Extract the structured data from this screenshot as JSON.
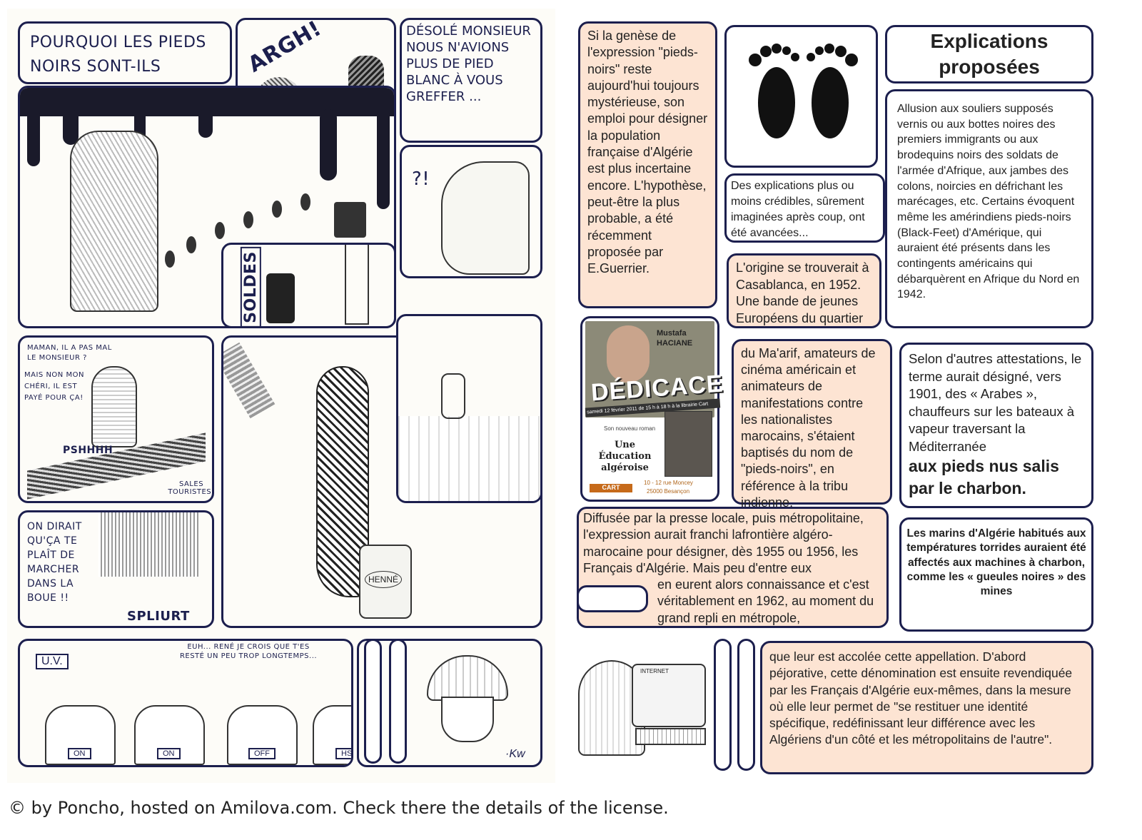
{
  "left_page": {
    "title_bubble": "POURQUOI LES PIEDS NOIRS SONT-ILS BLANCS ?",
    "fire_panel_sfx": "ARGH!",
    "sorry_bubble": "DÉSOLÉ MONSIEUR NOUS N'AVIONS PLUS DE PIED BLANC À VOUS GREFFER ...",
    "foot_panel_mark": "?!",
    "soldes_sign": "SOLDES",
    "child_bubble": "MAMAN, IL A PAS MAL LE MONSIEUR ?",
    "mother_bubble": "MAIS NON MON CHÉRI, IL EST PAYÉ POUR ÇA!",
    "walk_sfx": "PSHHHH",
    "thought_bubble": "SALES TOURISTES!",
    "mud_bubble": "ON DIRAIT QU'ÇA TE PLAÎT DE MARCHER DANS LA BOUE !!",
    "mud_sfx": "SPLIURT",
    "henna_label": "HENNÉ",
    "uv_sign": "U.V.",
    "uv_bubble": "EUH... RENÉ JE CROIS QUE T'ES RESTÉ UN PEU TROP LONGTEMPS...",
    "tanning_beds": [
      "ON",
      "ON",
      "OFF",
      "HS"
    ],
    "signature": "·Kw"
  },
  "right_page": {
    "title": "Explications proposées",
    "intro": "Si la genèse de l'expression \"pieds-noirs\" reste aujourd'hui toujours mystérieuse, son emploi pour désigner la population française d'Algérie est plus incertaine encore. L'hypothèse, peut-être la plus probable, a été récemment proposée par E.Guerrier.",
    "explanations_note": "Des explications plus ou moins crédibles, sûrement imaginées après coup, ont été avancées...",
    "allusion": "Allusion aux souliers supposés vernis ou aux bottes noires des premiers immigrants ou aux brodequins noirs des soldats de l'armée d'Afrique, aux jambes des colons, noircies en défrichant les marécages, etc. Certains évoquent même les amérindiens pieds-noirs (Black-Feet) d'Amérique, qui auraient été présents dans les contingents américains qui débarquèrent en Afrique du Nord en 1942.",
    "origin_part1": "L'origine se trouverait à Casablanca, en 1952. Une bande de jeunes Européens du quartier",
    "origin_part2": "du Ma'arif, amateurs de cinéma américain et animateurs de manifestations contre les nationalistes marocains, s'étaient baptisés du nom de \"pieds-noirs\", en référence à la tribu indienne.",
    "other_attest": "Selon d'autres attestations, le terme aurait désigné, vers 1901, des « Arabes », chauffeurs sur les bateaux à vapeur traversant la Méditerranée",
    "other_attest_bold": "aux pieds nus salis par le charbon.",
    "diffusion_part1": "Diffusée par la presse locale, puis métropolitaine, l'expression aurait franchi lafrontière algéro-marocaine pour désigner, dès 1955 ou 1956, les Français d'Algérie. Mais peu d'entre eux",
    "diffusion_part2": "en eurent alors connaissance et c'est véritablement en 1962, au moment du grand repli en métropole,",
    "sailors": "Les marins d'Algérie habitués aux températures torrides auraient été affectés aux machines à charbon, comme les « gueules noires » des mines",
    "conclusion": "que leur est accolée cette appellation. D'abord péjorative, cette dénomination est ensuite revendiquée par les Français d'Algérie eux-mêmes, dans la mesure où elle leur permet de \"se restituer une identité spécifique, redéfinissant leur différence avec les Algériens d'un côté et les métropolitains de l'autre\".",
    "computer_label": "INTERNET",
    "poster": {
      "author_first": "Mustafa",
      "author_last": "HACIANE",
      "headline": "DÉDICACE",
      "date_line": "samedi 12 février 2011 de 15 h à 18 h à la librairie Cart",
      "subtitle": "Son nouveau roman",
      "book_title": "Une Éducation algéroise",
      "shop": "CART",
      "address_line1": "10 - 12 rue Moncey",
      "address_line2": "25000 Besançon"
    }
  },
  "footer": {
    "credit": "© by Poncho, hosted on Amilova.com. Check there the details of the license."
  },
  "colors": {
    "ink": "#1c1f4e",
    "peach": "#fde4d3",
    "poster_bg": "#8c8a78"
  }
}
